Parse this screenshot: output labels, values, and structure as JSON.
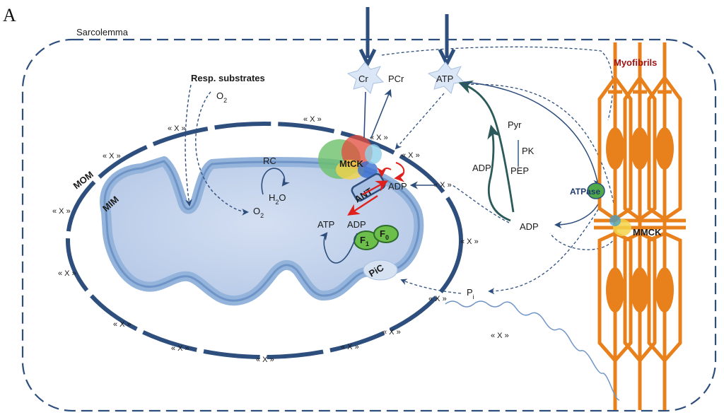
{
  "panel_letter": "A",
  "labels": {
    "sarcolemma": "Sarcolemma",
    "resp_substrates": "Resp. substrates",
    "o2_outer": "O",
    "o2_outer_sub": "2",
    "o2_inner": "O",
    "o2_inner_sub": "2",
    "cr": "Cr",
    "pcr": "PCr",
    "atp_top": "ATP",
    "mom": "MOM",
    "mim": "MIM",
    "rc": "RC",
    "h2o": "H",
    "h2o_sub": "2",
    "h2o_tail": "O",
    "mtck": "MtCK",
    "ant": "ANT",
    "adp_ims": "ADP",
    "atp_matrix": "ATP",
    "adp_matrix": "ADP",
    "f1": "F",
    "f1_sub": "1",
    "f0": "F",
    "f0_sub": "0",
    "pic": "PiC",
    "pi": "P",
    "pi_sub": "i",
    "pyr": "Pyr",
    "pk": "PK",
    "pep": "PEP",
    "adp_glyco": "ADP",
    "adp_cyto": "ADP",
    "atpase": "ATPase",
    "myofibrils": "Myofibrils",
    "mmck": "MMCK"
  },
  "x_marker": "« X »",
  "colors": {
    "membrane": "#2e4f7d",
    "matrix_fill": "#b8cbe9",
    "matrix_edge": "#7fa0cf",
    "myofibril": "#e8801c",
    "myofibril_label": "#a01414",
    "glycolysis": "#2c5a5a",
    "arrow_red": "#e0201c",
    "atpase_green": "#4fa84a"
  }
}
